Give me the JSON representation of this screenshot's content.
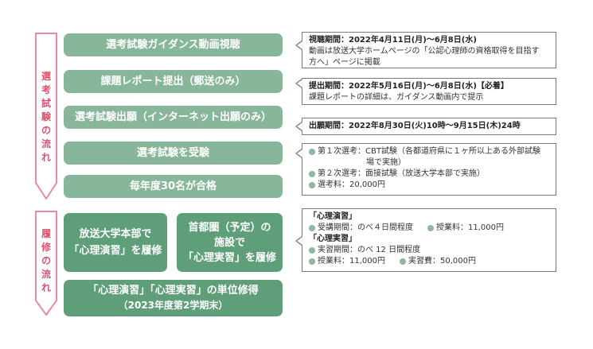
{
  "side_labels": {
    "selection": [
      "選",
      "考",
      "試",
      "験",
      "の",
      "流",
      "れ"
    ],
    "course": [
      "履",
      "修",
      "の",
      "流",
      "れ"
    ]
  },
  "steps": {
    "guidance": "選考試験ガイダンス動画視聴",
    "report": "課題レポート提出（郵送のみ）",
    "apply": "選考試験出願（インターネット出願のみ）",
    "exam": "選考試験を受験",
    "pass": "毎年度30名が合格",
    "theory": [
      "放送大学本部で",
      "「心理演習」を履修"
    ],
    "practice": [
      "首都圏（予定）の",
      "施設で",
      "「心理実習」を履修"
    ],
    "credit": "「心理演習」「心理実習」の単位修得",
    "credit_sub": "（2023年度第2学期末）"
  },
  "info": {
    "guidance": {
      "line1": "視聴期間：2022年4月11日(月)〜6月8日(水)",
      "line2": "動画は放送大学ホームページの「公認心理師の資格取得を目指す",
      "line3": "方へ」ページに掲載"
    },
    "report": {
      "line1": "提出期間：2022年5月16日(月)〜6月8日(水)【必着】",
      "line2": "課題レポートの詳細は、ガイダンス動画内で提示"
    },
    "apply": {
      "line1": "出願期間：2022年8月30日(火)10時〜9月15日(木)24時"
    },
    "exam": {
      "item1": "第１次選考：CBT試験（各都道府県に１ヶ所以上ある外部試験",
      "item1_cont": "場で実施）",
      "item2": "第２次選考：面接試験（放送大学本部で実施）",
      "item3": "選考料：20,000円"
    },
    "course": {
      "theory_title": "「心理演習」",
      "theory_period": "受講期間：のべ４日間程度",
      "theory_fee": "授業料：11,000円",
      "practice_title": "「心理実習」",
      "practice_period": "実習期間：のべ 12 日間程度",
      "practice_fee": "授業料：11,000円",
      "practice_cost": "実習費：50,000円"
    }
  },
  "colors": {
    "step_light": "#88b69a",
    "step_dark": "#5e9e79",
    "accent_pink": "#e0506e",
    "bullet": "#8fb79c"
  }
}
